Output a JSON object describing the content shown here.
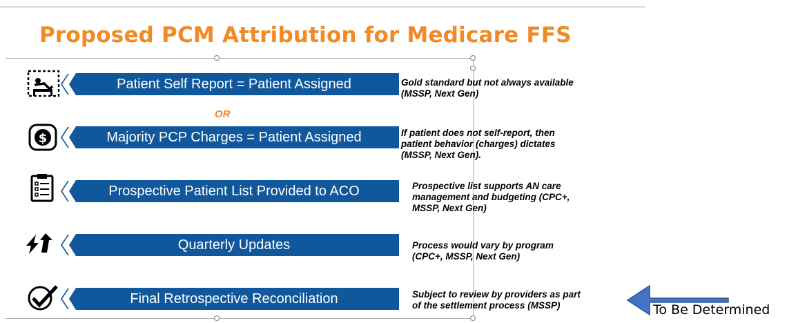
{
  "slide": {
    "title": "Proposed PCM Attribution for Medicare FFS",
    "or_label": "OR",
    "rows": [
      {
        "icon": "person-in-bed-icon",
        "label": "Patient Self Report = Patient Assigned",
        "note": "Gold standard but not always available\n(MSSP, Next Gen)"
      },
      {
        "icon": "dollar-coin-icon",
        "label": "Majority PCP Charges = Patient Assigned",
        "note": "If patient does not self-report, then\npatient behavior (charges) dictates\n(MSSP, Next Gen)."
      },
      {
        "icon": "clipboard-list-icon",
        "label": "Prospective Patient List Provided to ACO",
        "note": "Prospective list supports AN care\nmanagement and budgeting (CPC+,\nMSSP, Next Gen)"
      },
      {
        "icon": "refresh-arrows-icon",
        "label": "Quarterly Updates",
        "note": "Process would vary by program\n(CPC+, MSSP, Next Gen)"
      },
      {
        "icon": "checkmark-circle-icon",
        "label": "Final Retrospective Reconciliation",
        "note": "Subject to review by providers as part\nof the settlement process (MSSP)"
      }
    ]
  },
  "annotation": {
    "text": "To Be Determined",
    "arrow_color": "#4472c4"
  },
  "colors": {
    "title": "#f08a24",
    "banner": "#10589b"
  }
}
